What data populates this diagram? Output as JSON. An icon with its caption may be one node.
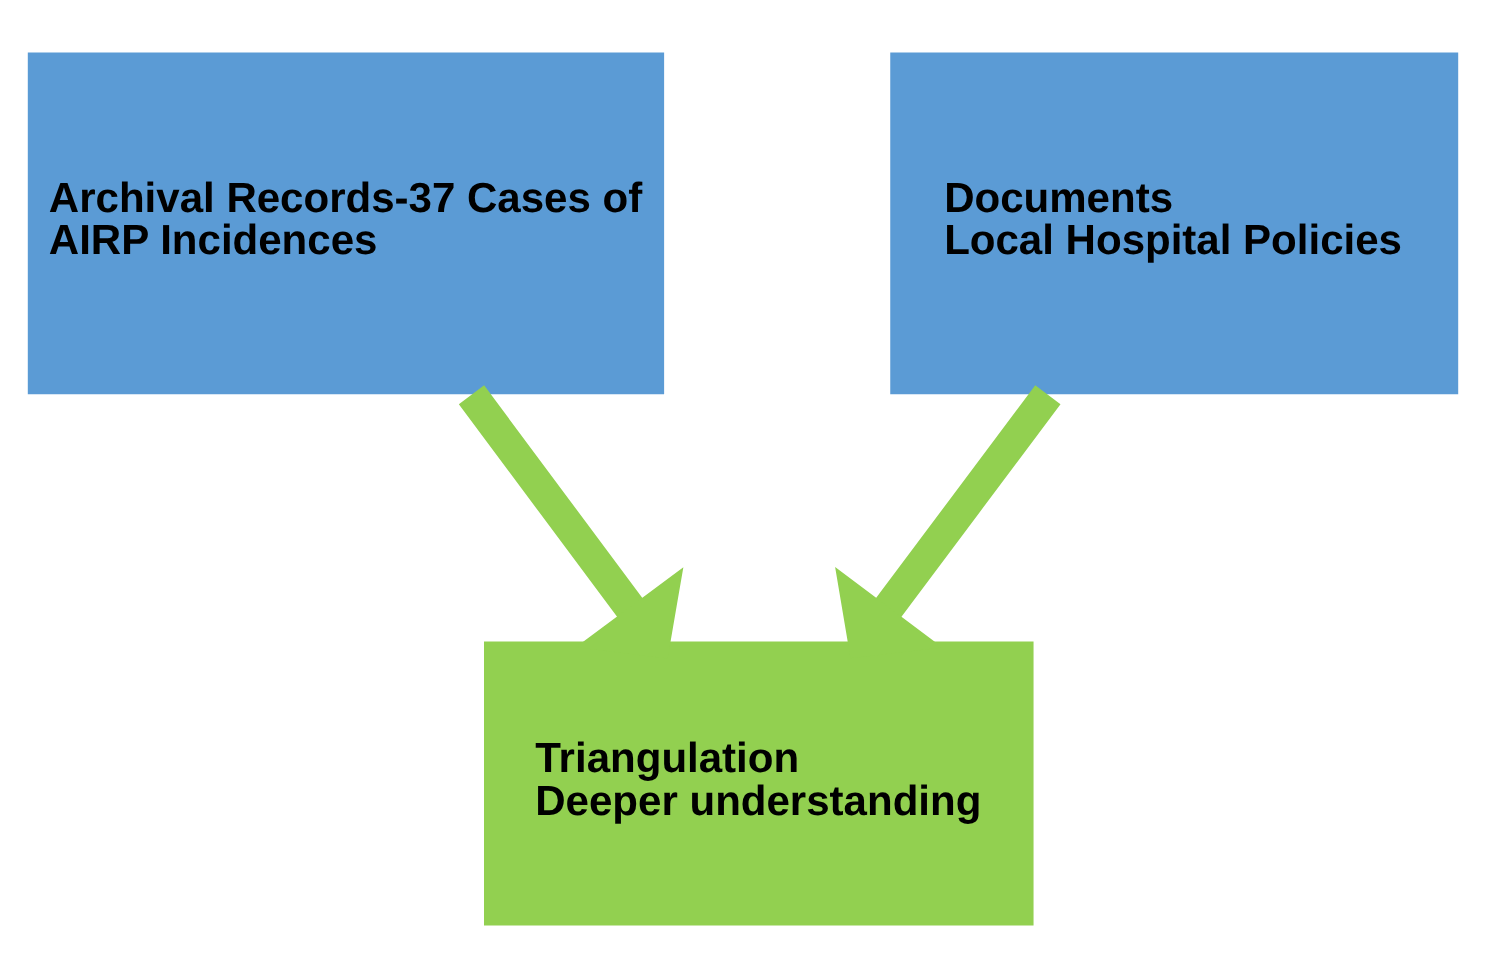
{
  "diagram": {
    "nodes": [
      {
        "text": [
          "Archival Records-37 Cases of AIRP Incidences"
        ]
      },
      {
        "text": [
          "Documents",
          "Local Hospital Policies"
        ]
      },
      {
        "text": [
          "Triangulation",
          "Deeper understanding"
        ]
      }
    ],
    "edges": [
      {
        "from": 0,
        "to": 2,
        "arrow": "to"
      },
      {
        "from": 1,
        "to": 2,
        "arrow": "to"
      }
    ]
  }
}
